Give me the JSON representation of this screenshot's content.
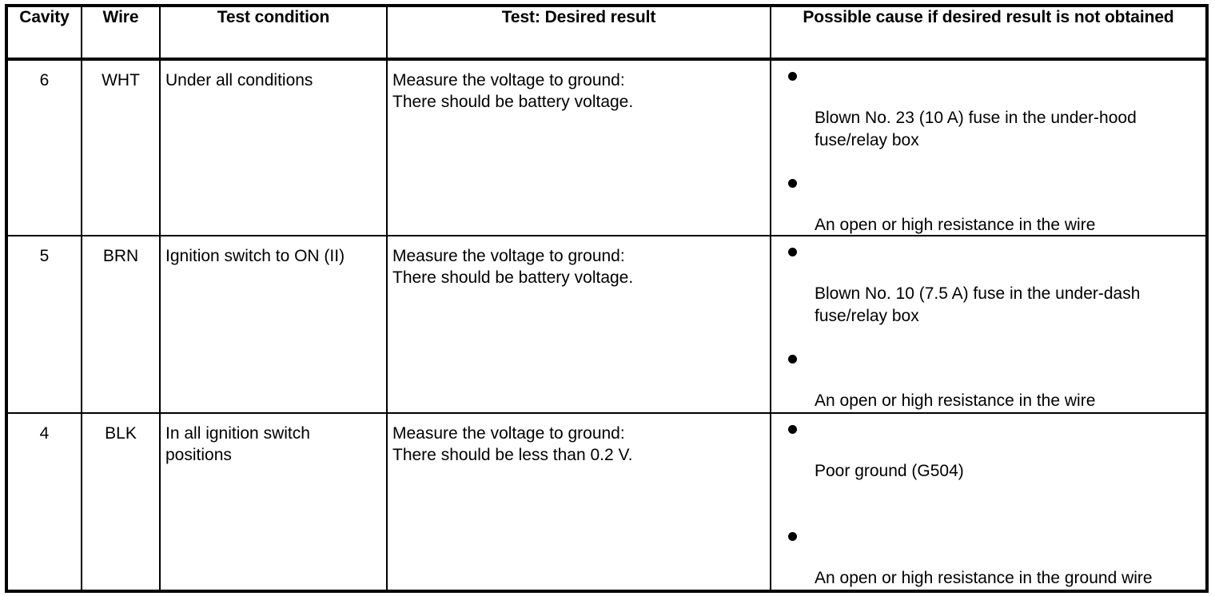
{
  "table": {
    "headers": [
      {
        "key": "cavity",
        "label": "Cavity"
      },
      {
        "key": "wire",
        "label": "Wire"
      },
      {
        "key": "condition",
        "label": "Test condition"
      },
      {
        "key": "test",
        "label": "Test: Desired result"
      },
      {
        "key": "cause",
        "label": "Possible cause if desired result is not obtained"
      }
    ],
    "rows": [
      {
        "cavity": "6",
        "wire": "WHT",
        "condition_lines": [
          "Under all conditions"
        ],
        "test_lines": [
          "Measure the voltage to ground:",
          "There should be battery voltage."
        ],
        "causes": [
          "Blown No. 23 (10 A) fuse in the under-hood fuse/relay box",
          "An open or high resistance in the wire"
        ]
      },
      {
        "cavity": "5",
        "wire": "BRN",
        "condition_lines": [
          "Ignition switch to ON (II)"
        ],
        "test_lines": [
          "Measure the voltage to ground:",
          "There should be battery voltage."
        ],
        "causes": [
          "Blown No. 10 (7.5 A) fuse in the under-dash fuse/relay box",
          "An open or high resistance in the wire"
        ]
      },
      {
        "cavity": "4",
        "wire": "BLK",
        "condition_lines": [
          "In all ignition switch",
          "positions"
        ],
        "test_lines": [
          "Measure the voltage to ground:",
          "There should be less than 0.2 V."
        ],
        "causes": [
          "Poor ground (G504)",
          "An open or high resistance in the ground wire"
        ]
      }
    ]
  },
  "colors": {
    "ink": "#000000",
    "paper": "#ffffff"
  }
}
